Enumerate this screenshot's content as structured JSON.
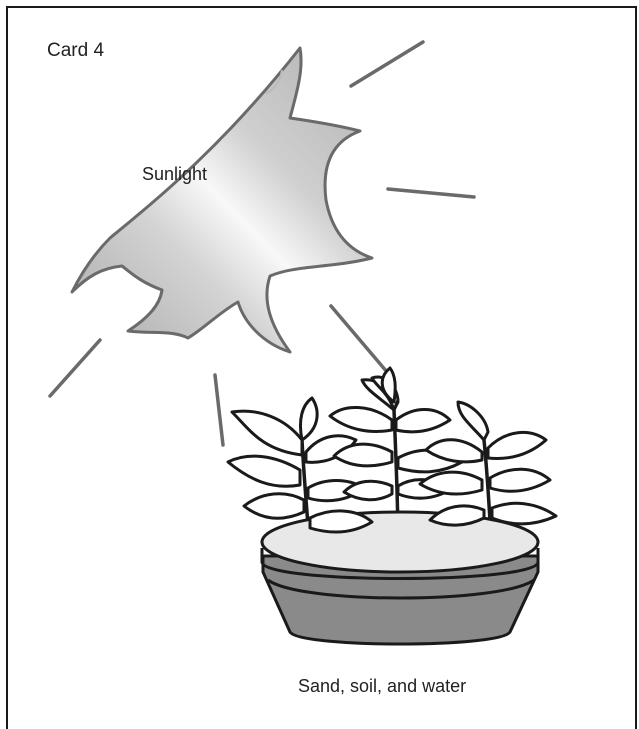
{
  "card": {
    "title": "Card 4"
  },
  "labels": {
    "sun": "Sunlight",
    "pot": "Sand, soil, and water"
  },
  "colors": {
    "outline": "#1a1a1a",
    "pot_fill": "#8a8a8a",
    "soil_fill": "#e8e8e8",
    "leaf_fill": "#ffffff",
    "ray": "#6a6a6a"
  },
  "icons": {
    "sun": "sun-icon",
    "plant_pot": "potted-plants-icon"
  }
}
